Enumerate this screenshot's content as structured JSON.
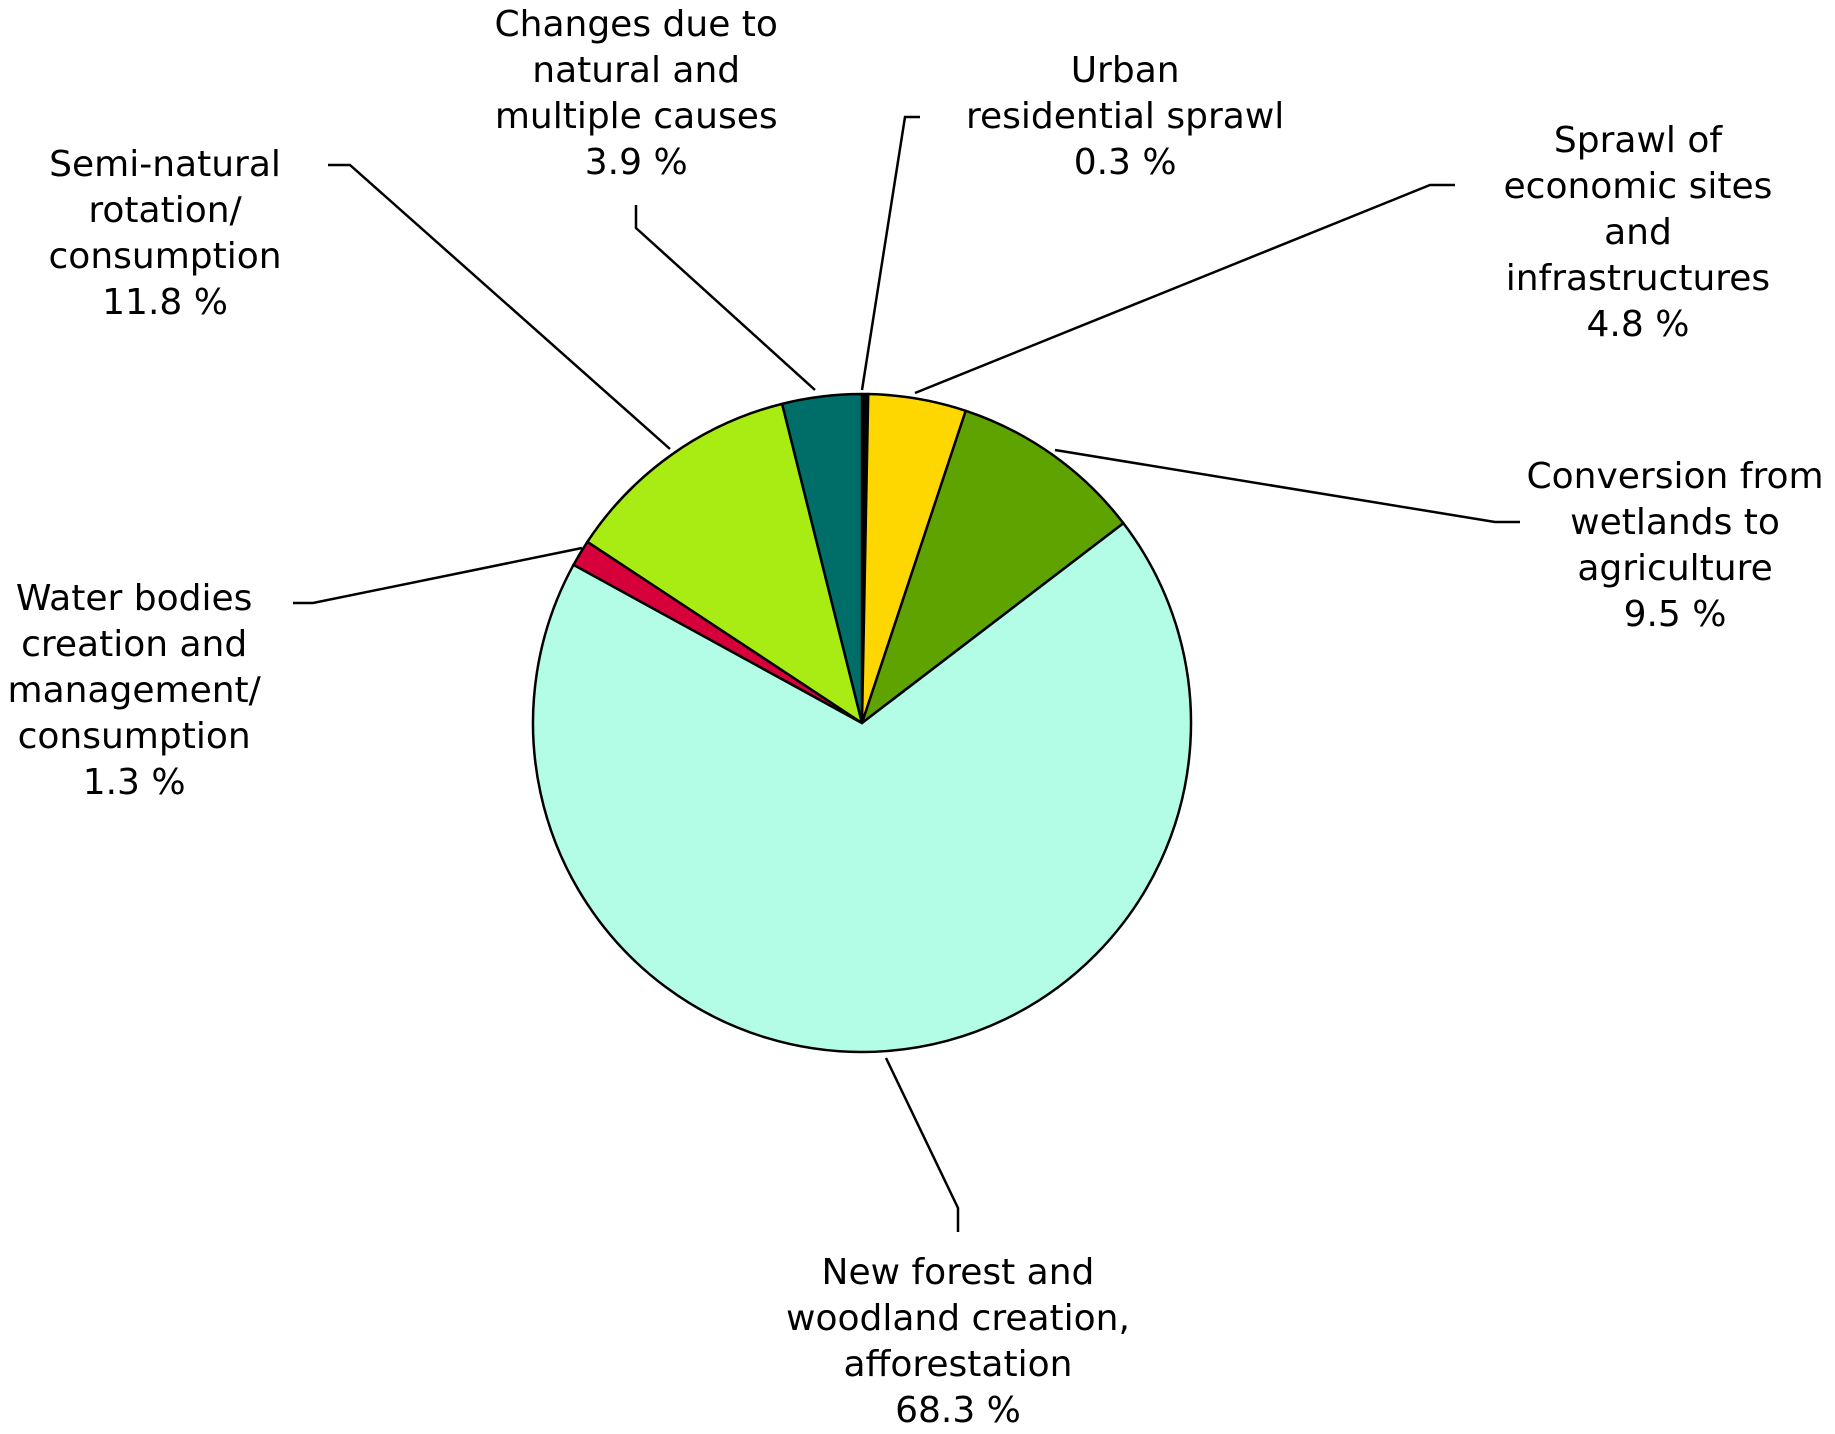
{
  "chart_data": {
    "type": "pie",
    "title": "",
    "slices": [
      {
        "name": "Urban residential sprawl",
        "value": 0.3,
        "value_label": "0.3 %",
        "label_lines": [
          "Urban",
          "residential sprawl"
        ],
        "color": "#000000"
      },
      {
        "name": "Sprawl of economic sites and infrastructures",
        "value": 4.8,
        "value_label": "4.8 %",
        "label_lines": [
          "Sprawl of",
          "economic sites",
          "and",
          "infrastructures"
        ],
        "color": "#ffd700"
      },
      {
        "name": "Conversion from wetlands to agriculture",
        "value": 9.5,
        "value_label": "9.5 %",
        "label_lines": [
          "Conversion from",
          "wetlands to",
          "agriculture"
        ],
        "color": "#5fa300"
      },
      {
        "name": "New forest and woodland creation, afforestation",
        "value": 68.3,
        "value_label": "68.3 %",
        "label_lines": [
          "New forest and",
          "woodland creation,",
          "afforestation"
        ],
        "color": "#b3fde6"
      },
      {
        "name": "Water bodies creation and management/ consumption",
        "value": 1.3,
        "value_label": "1.3 %",
        "label_lines": [
          "Water bodies",
          "creation and",
          "management/",
          "consumption"
        ],
        "color": "#d6003a"
      },
      {
        "name": "Semi-natural rotation/ consumption",
        "value": 11.8,
        "value_label": "11.8 %",
        "label_lines": [
          "Semi-natural",
          "rotation/",
          "consumption"
        ],
        "color": "#a8ec13"
      },
      {
        "name": "Changes due to natural and multiple causes",
        "value": 3.9,
        "value_label": "3.9 %",
        "label_lines": [
          "Changes due to",
          "natural and",
          "multiple causes"
        ],
        "color": "#006e68"
      }
    ]
  }
}
